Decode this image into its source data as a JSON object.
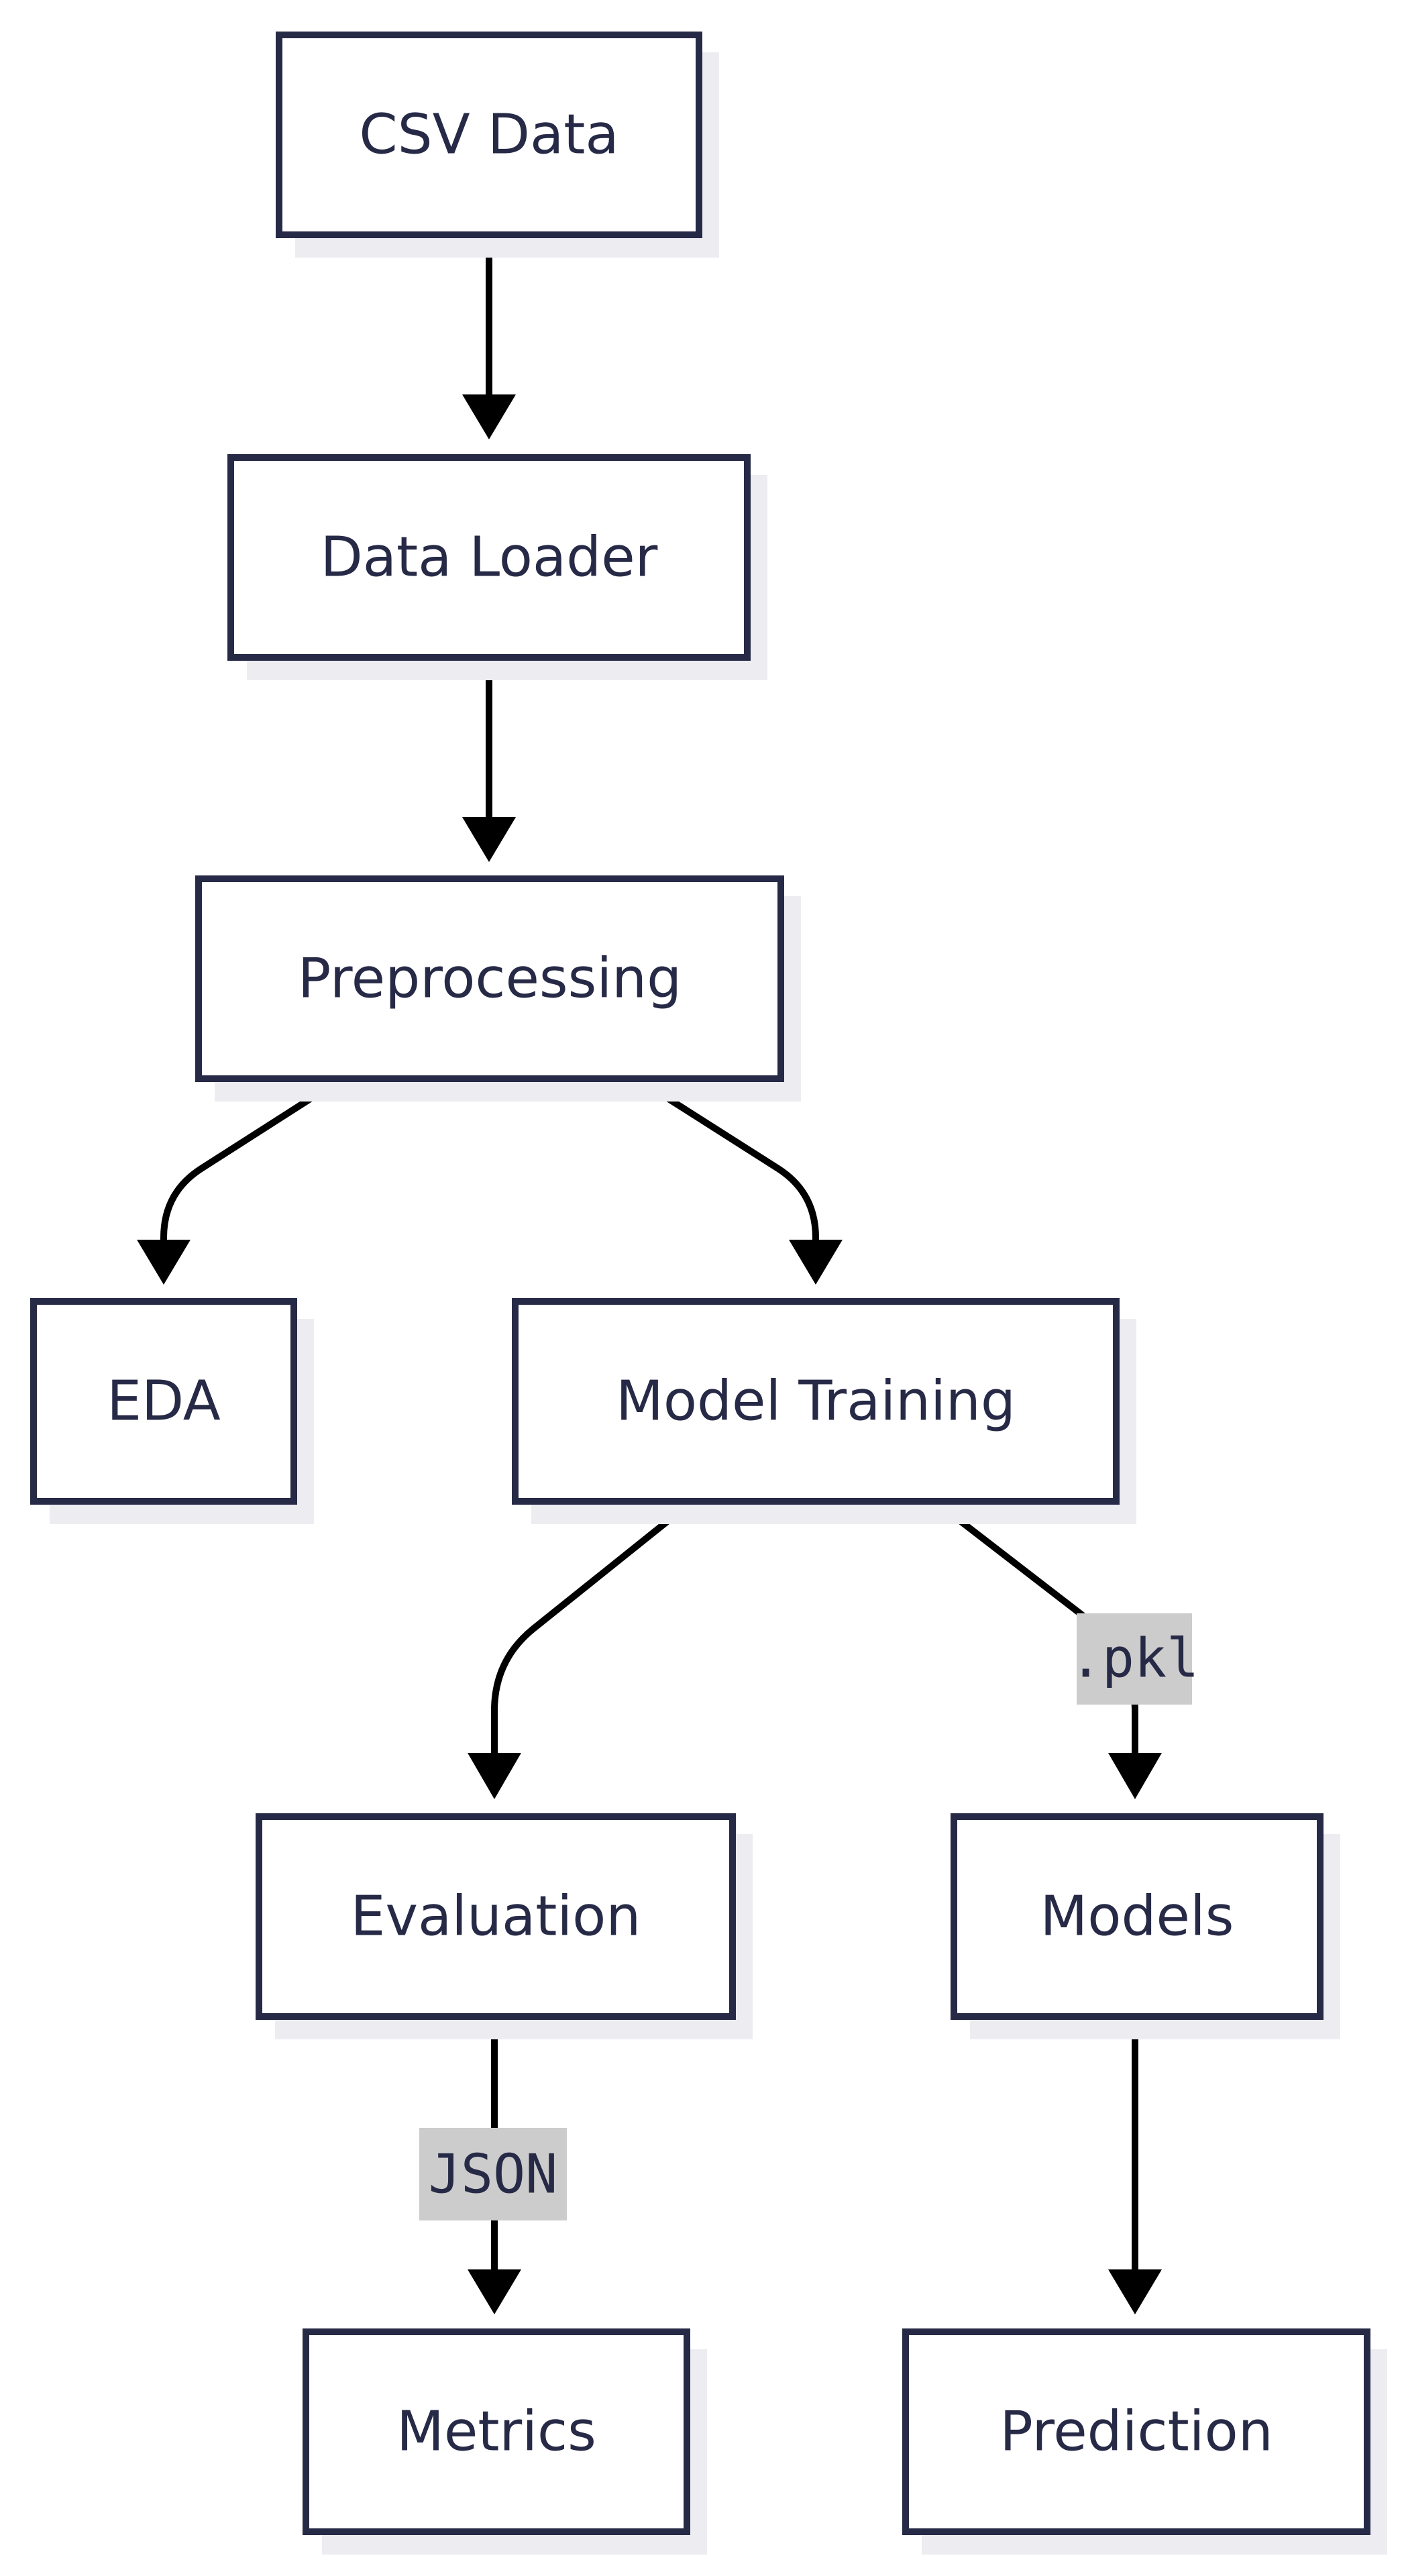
{
  "diagram": {
    "nodes": [
      {
        "id": "csv-data",
        "label": "CSV Data"
      },
      {
        "id": "data-loader",
        "label": "Data Loader"
      },
      {
        "id": "preprocessing",
        "label": "Preprocessing"
      },
      {
        "id": "eda",
        "label": "EDA"
      },
      {
        "id": "model-training",
        "label": "Model Training"
      },
      {
        "id": "evaluation",
        "label": "Evaluation"
      },
      {
        "id": "models",
        "label": "Models"
      },
      {
        "id": "metrics",
        "label": "Metrics"
      },
      {
        "id": "prediction",
        "label": "Prediction"
      }
    ],
    "edges": [
      {
        "from": "csv-data",
        "to": "data-loader",
        "label": ""
      },
      {
        "from": "data-loader",
        "to": "preprocessing",
        "label": ""
      },
      {
        "from": "preprocessing",
        "to": "eda",
        "label": ""
      },
      {
        "from": "preprocessing",
        "to": "model-training",
        "label": ""
      },
      {
        "from": "model-training",
        "to": "evaluation",
        "label": ""
      },
      {
        "from": "model-training",
        "to": "models",
        "label": ".pkl"
      },
      {
        "from": "evaluation",
        "to": "metrics",
        "label": "JSON"
      },
      {
        "from": "models",
        "to": "prediction",
        "label": ""
      }
    ],
    "colors": {
      "node_border": "#272a46",
      "node_text": "#272a46",
      "node_shadow": "#ececf1",
      "edge": "#000000",
      "edge_label_bg": "#cccccc"
    }
  }
}
